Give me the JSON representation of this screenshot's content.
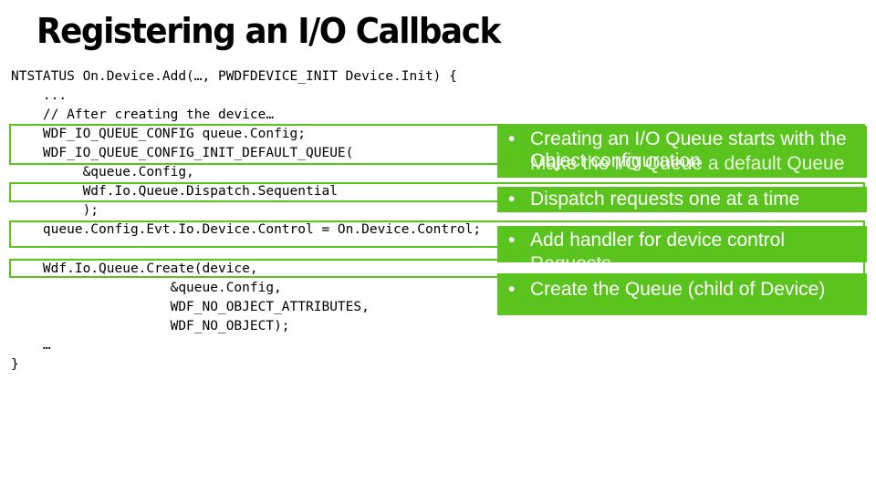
{
  "slide": {
    "title": "Registering an I/O Callback"
  },
  "code": {
    "lines": [
      "NTSTATUS On.Device.Add(…, PWDFDEVICE_INIT Device.Init) {",
      "    ...",
      "    // After creating the device…",
      "    WDF_IO_QUEUE_CONFIG queue.Config;",
      "    WDF_IO_QUEUE_CONFIG_INIT_DEFAULT_QUEUE(",
      "         &queue.Config,",
      "         Wdf.Io.Queue.Dispatch.Sequential",
      "         );",
      "    queue.Config.Evt.Io.Device.Control = On.Device.Control;",
      "",
      "    Wdf.Io.Queue.Create(device,",
      "                    &queue.Config,",
      "                    WDF_NO_OBJECT_ATTRIBUTES,",
      "                    WDF_NO_OBJECT);",
      "    …",
      "}"
    ]
  },
  "callouts": [
    {
      "bullet": "•",
      "lines": [
        "Creating an I/O Queue starts with the",
        "Object configuration"
      ],
      "ghost": "Make the I/O Queue a default Queue"
    },
    {
      "bullet": "•",
      "lines": [
        "Dispatch requests one at a time"
      ]
    },
    {
      "bullet": "•",
      "lines": [
        "Add handler for device control"
      ],
      "ghost": "Requests"
    },
    {
      "bullet": "•",
      "lines": [
        "Create the Queue (child of Device)"
      ]
    }
  ],
  "colors": {
    "accent": "#5ac31e",
    "callout_text": "#ffffff"
  }
}
